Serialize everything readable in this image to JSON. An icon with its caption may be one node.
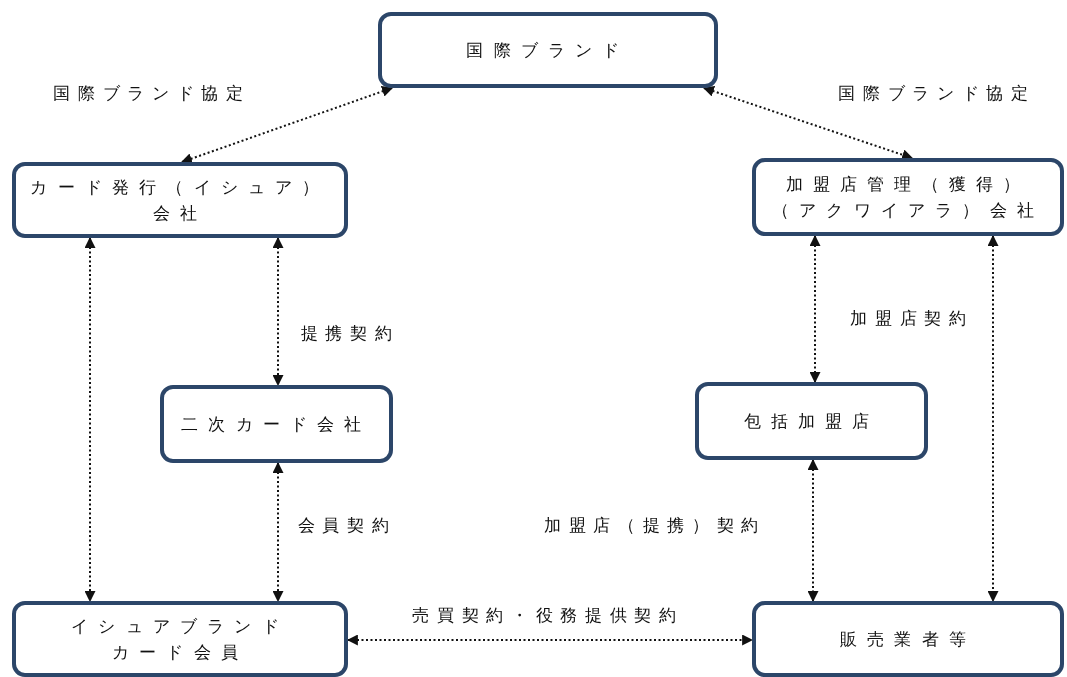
{
  "diagram": {
    "nodes": [
      {
        "text": [
          "国際ブランド"
        ]
      },
      {
        "text": [
          "カード発行（イシュア）会社"
        ]
      },
      {
        "text": [
          "加盟店管理（獲得）（アクワイアラ）会社"
        ]
      },
      {
        "text": [
          "二次カード会社"
        ]
      },
      {
        "text": [
          "包括加盟店"
        ]
      },
      {
        "text": [
          "イシュアブランドカード会員"
        ]
      },
      {
        "text": [
          "販売業者等"
        ]
      }
    ],
    "edges": [
      {
        "from": 0,
        "to": 1,
        "arrow": "both",
        "label": "国際ブランド協定"
      },
      {
        "from": 0,
        "to": 2,
        "arrow": "both",
        "label": "国際ブランド協定"
      },
      {
        "from": 1,
        "to": 5,
        "arrow": "both"
      },
      {
        "from": 1,
        "to": 3,
        "arrow": "both",
        "label": "提携契約"
      },
      {
        "from": 3,
        "to": 5,
        "arrow": "both",
        "label": "会員契約"
      },
      {
        "from": 2,
        "to": 4,
        "arrow": "both",
        "label": "加盟店契約"
      },
      {
        "from": 4,
        "to": 6,
        "arrow": "both",
        "label": "加盟店（提携）契約"
      },
      {
        "from": 2,
        "to": 6,
        "arrow": "both"
      },
      {
        "from": 5,
        "to": 6,
        "arrow": "both",
        "label": "売買契約・役務提供契約"
      }
    ]
  }
}
